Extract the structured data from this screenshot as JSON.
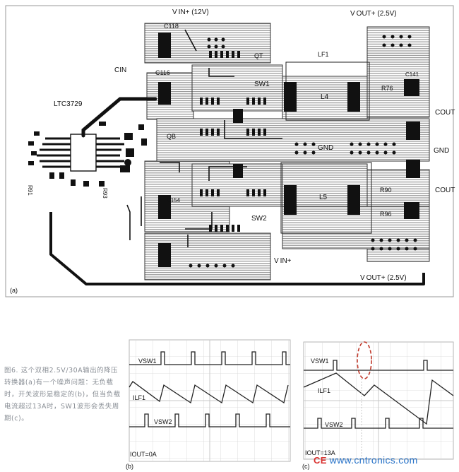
{
  "pcb": {
    "panel_label": "(a)",
    "labels": {
      "vin_top": "V IN+ (12V)",
      "vout_top": "V OUT+ (2.5V)",
      "c118": "C118",
      "qt": "QT",
      "lf1": "LF1",
      "cin": "CIN",
      "c116": "C116",
      "sw1": "SW1",
      "l4": "L4",
      "r76": "R76",
      "c141": "C141",
      "ltc": "LTC3729",
      "qb": "QB",
      "gnd_center": "GND",
      "gnd_right": "GND",
      "cout1": "COUT",
      "cout2": "COUT",
      "l5": "L5",
      "sw2": "SW2",
      "r90": "R90",
      "r96": "R96",
      "vin_bottom": "V IN+",
      "vout_bottom": "V OUT+ (2.5V)",
      "r91": "R91",
      "r93": "R93",
      "c154": "C154"
    }
  },
  "scope_b": {
    "panel_label": "(b)",
    "vsw1": "VSW1",
    "ilf1": "ILF1",
    "vsw2": "VSW2",
    "iout": "IOUT=0A"
  },
  "scope_c": {
    "panel_label": "(c)",
    "vsw1": "VSW1",
    "ilf1": "ILF1",
    "vsw2": "VSW2",
    "iout": "IOUT=13A",
    "highlight_color": "#c0392b"
  },
  "caption": "图6. 这个双相2.5V/30A输出的降压转换器(a)有一个噪声问题：无负载时，开关波形是稳定的(b)，但当负载电流超过13A时，SW1波形会丢失周期(c)。",
  "watermark": {
    "logo": "CE",
    "text": "www.cntronics.com"
  }
}
